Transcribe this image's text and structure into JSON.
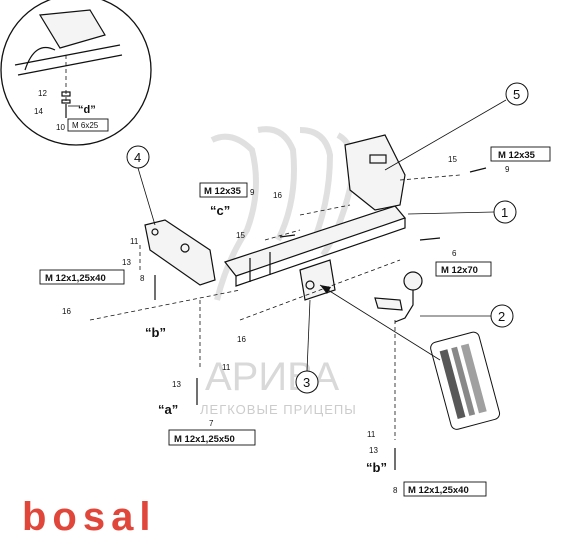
{
  "inset": {
    "labels": [
      "12",
      "14",
      "10"
    ],
    "letter": "“d”",
    "spec": "M 6x25"
  },
  "callouts": [
    "1",
    "2",
    "3",
    "4",
    "5"
  ],
  "specs": {
    "top_right": "M 12x35",
    "mid_left": "M 12x35",
    "right": "M 12x70",
    "left": "M 12x1,25x40",
    "bottom_center": "M 12x1,25x50",
    "bottom_right": "M 12x1,25x40"
  },
  "part_numbers": {
    "n15_top": "15",
    "n9_top": "9",
    "n9_left": "9",
    "n16_left": "16",
    "n15_left": "15",
    "n6": "6",
    "n11_left": "11",
    "n13_left": "13",
    "n8_left": "8",
    "n16_far": "16",
    "n16_mid": "16",
    "n11_mid": "11",
    "n13_mid": "13",
    "n7": "7",
    "n11_right": "11",
    "n13_right": "13",
    "n8_right": "8"
  },
  "letters": {
    "a": "“a”",
    "b_left": "“b”",
    "b_right": "“b”",
    "c": "“c”"
  },
  "watermark": {
    "title": "АРИВА",
    "subtitle": "ЛЕГКОВЫЕ ПРИЦЕПЫ"
  },
  "brand": "bosal"
}
